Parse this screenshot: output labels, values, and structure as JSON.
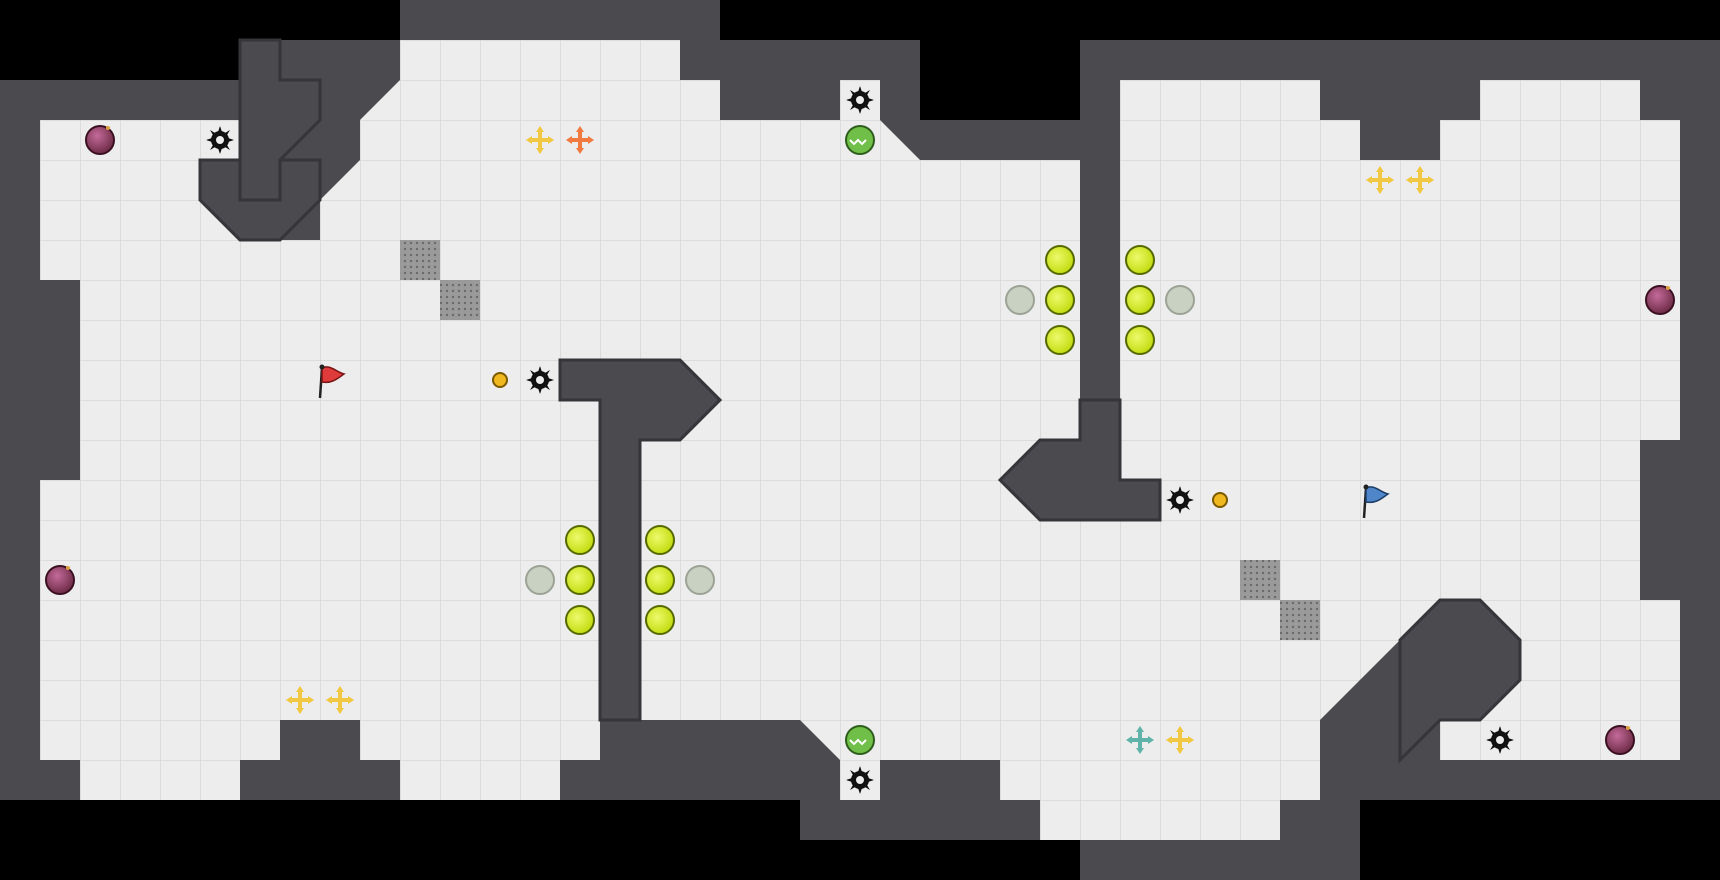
{
  "game": {
    "team_red": "red",
    "team_blue": "blue"
  },
  "colors": {
    "background": "#000000",
    "wall": "#4a4a4f",
    "wall_edge": "#5d5d63",
    "floor": "#ededed",
    "floor_grid": "#dadada",
    "booster_yellow": "#f2c744",
    "booster_red": "#f07a40",
    "booster_teal": "#5fb3a8",
    "button": "#d3ec1e",
    "gate_off": "#c9d1c2",
    "bomb": "#8e3b5a",
    "portal": "#6fbf49",
    "flag_red": "#e03b3b",
    "flag_blue": "#4e86c9",
    "spike": "#111111",
    "tile_grate": "#8a8a8a",
    "pellet": "#f0b820"
  },
  "objects": {
    "flags": [
      {
        "team": "red",
        "icon": "red-flag-icon"
      },
      {
        "team": "blue",
        "icon": "blue-flag-icon"
      }
    ],
    "spikes_icon": "spike-icon",
    "bomb_icon": "bomb-icon",
    "booster_icon": "booster-icon",
    "portal_icon": "portal-icon",
    "button_icon": "button-icon",
    "gate_icon": "gate-icon",
    "grate_icon": "grate-tile-icon",
    "pellet_icon": "pellet-icon"
  }
}
